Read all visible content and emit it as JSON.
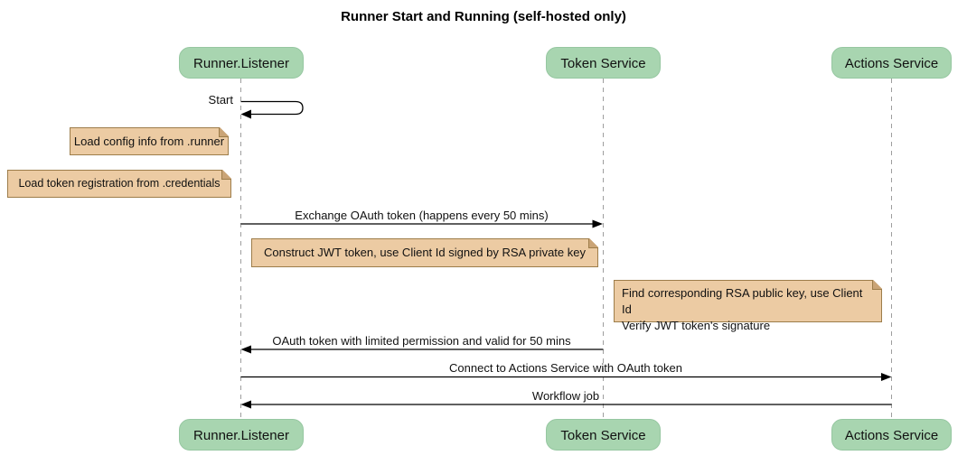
{
  "diagram": {
    "title": "Runner Start and Running (self-hosted only)",
    "participants": [
      {
        "label": "Runner.Listener"
      },
      {
        "label": "Token Service"
      },
      {
        "label": "Actions Service"
      }
    ],
    "messages": [
      {
        "label": "Start",
        "from": "Runner.Listener",
        "to": "Runner.Listener",
        "kind": "self"
      },
      {
        "label": "Exchange OAuth token (happens every 50 mins)",
        "from": "Runner.Listener",
        "to": "Token Service",
        "kind": "solid"
      },
      {
        "label": "OAuth token with limited permission and valid for 50 mins",
        "from": "Token Service",
        "to": "Runner.Listener",
        "kind": "solid"
      },
      {
        "label": "Connect to Actions Service with OAuth token",
        "from": "Runner.Listener",
        "to": "Actions Service",
        "kind": "solid"
      },
      {
        "label": "Workflow job",
        "from": "Actions Service",
        "to": "Runner.Listener",
        "kind": "solid"
      }
    ],
    "notes": [
      {
        "placement": "left of Runner.Listener",
        "lines": [
          "Load config info from .runner"
        ]
      },
      {
        "placement": "left of Runner.Listener",
        "lines": [
          "Load token registration from .credentials"
        ]
      },
      {
        "placement": "over Runner.Listener and Token Service",
        "lines": [
          "Construct JWT token, use Client Id signed by RSA private key"
        ]
      },
      {
        "placement": "left of Actions Service",
        "lines": [
          "Find corresponding RSA public key, use Client Id",
          "Verify JWT token's signature"
        ]
      }
    ],
    "colors": {
      "participant_fill": "#a8d5b0",
      "participant_border": "#96c7a1",
      "note_fill": "#eccba3",
      "note_border": "#9d7d4a",
      "lifeline": "#9e9e9e",
      "arrow": "#000000",
      "background": "#ffffff",
      "text": "#111111"
    }
  }
}
